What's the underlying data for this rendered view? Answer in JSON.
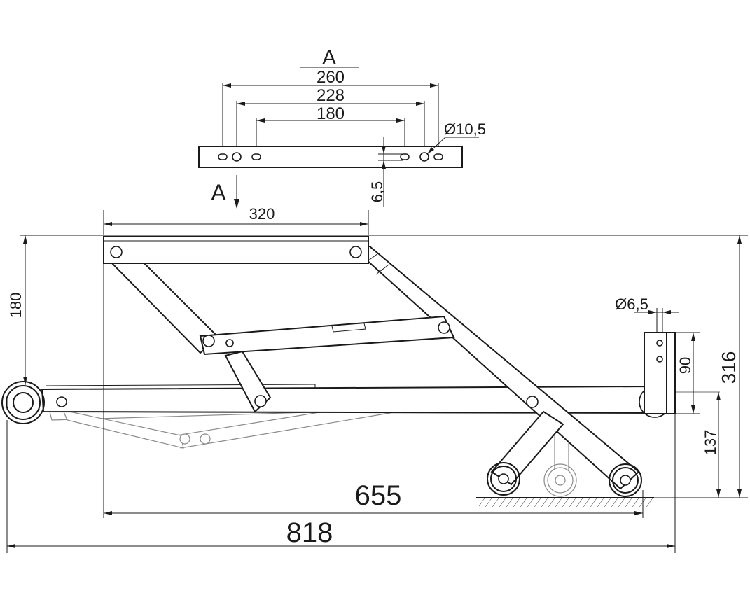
{
  "section": {
    "title": "A",
    "view_marker": "A",
    "dim_260": "260",
    "dim_228": "228",
    "dim_180": "180",
    "dim_hole": "Ø10,5",
    "dim_slot": "6,5"
  },
  "main": {
    "dim_320": "320",
    "dim_180": "180",
    "dim_hole": "Ø6,5",
    "dim_90": "90",
    "dim_316": "316",
    "dim_137": "137",
    "dim_655": "655",
    "dim_818": "818"
  }
}
